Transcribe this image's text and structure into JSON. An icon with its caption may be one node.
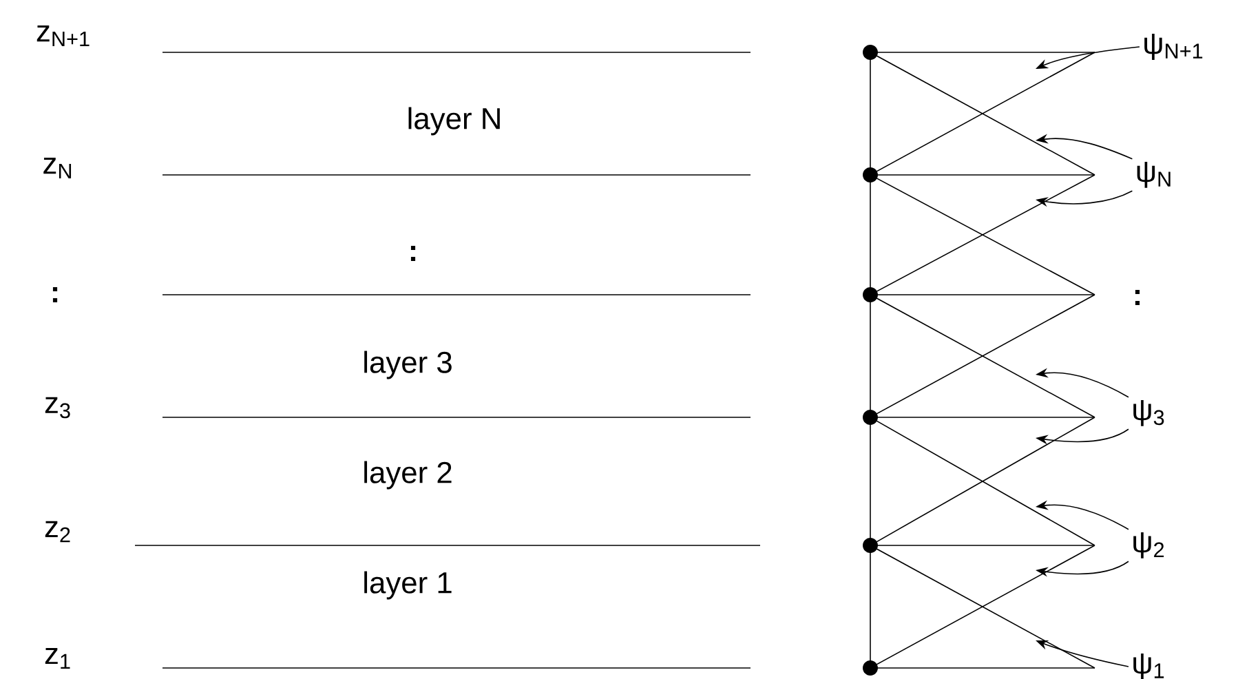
{
  "diagram": {
    "nodes": [
      {
        "text": [
          "ψ$_{N+1}$"
        ]
      },
      {
        "text": [
          "ψ$_{N}$"
        ]
      },
      {
        "text": [
          "ψ$_{3}$"
        ]
      },
      {
        "text": [
          "ψ$_{2}$"
        ]
      },
      {
        "text": [
          "ψ$_{1}$"
        ]
      }
    ],
    "edges": [
      {
        "from": 0,
        "to": null,
        "arrow": "to"
      },
      {
        "from": 1,
        "to": null,
        "arrow": "to"
      },
      {
        "from": 1,
        "to": null,
        "arrow": "to"
      },
      {
        "from": 2,
        "to": null,
        "arrow": "to"
      },
      {
        "from": 2,
        "to": null,
        "arrow": "to"
      },
      {
        "from": 3,
        "to": null,
        "arrow": "to"
      },
      {
        "from": 3,
        "to": null,
        "arrow": "to"
      },
      {
        "from": 4,
        "to": null,
        "arrow": "to"
      }
    ],
    "labels": [
      "z$_{N+1}$",
      "layer N",
      "z$_{N}$",
      ":",
      ":",
      ":",
      "layer 3",
      "z$_{3}$",
      "layer 2",
      "z$_{2}$",
      "layer 1",
      "z$_{1}$"
    ]
  }
}
